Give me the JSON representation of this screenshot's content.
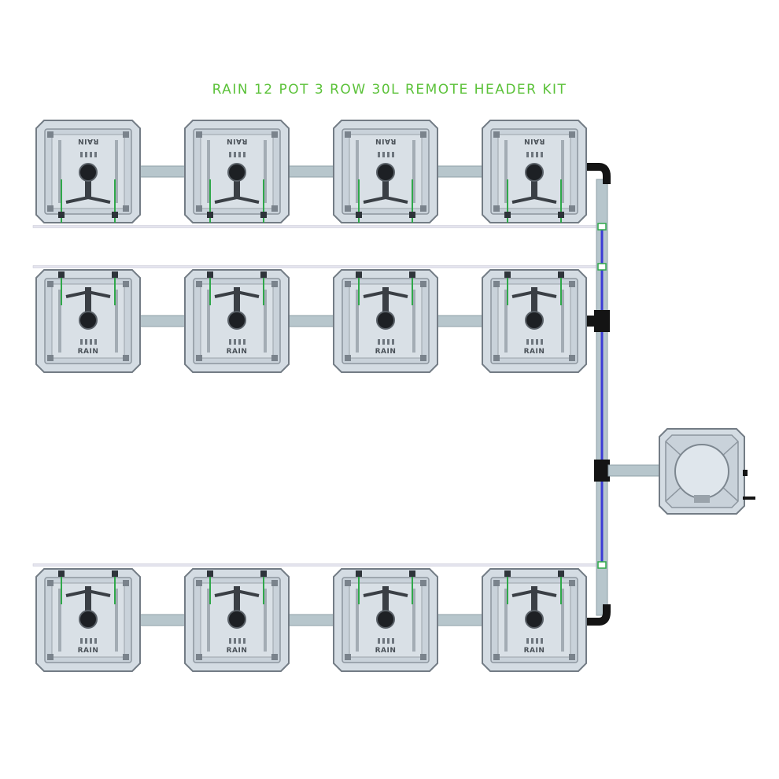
{
  "title": "RAIN 12 POT 3 ROW 30L REMOTE HEADER KIT",
  "pot_label": "RAIN",
  "colors": {
    "title": "#5cc23a",
    "pot_body": "#c9d2da",
    "pot_frame": "#7d8790",
    "pipe": "#b7c6cc",
    "feed_line": "#3b3bd6",
    "drip_line": "#e4e4ee",
    "clip_green": "#2fa84a",
    "fitting_black": "#141414"
  },
  "rows": [
    {
      "name": "row-1",
      "pots": 4,
      "label_flipped": true
    },
    {
      "name": "row-2",
      "pots": 4,
      "label_flipped": false
    },
    {
      "name": "row-3",
      "pots": 4,
      "label_flipped": false
    }
  ],
  "reservoir": {
    "name": "remote-header-reservoir"
  }
}
